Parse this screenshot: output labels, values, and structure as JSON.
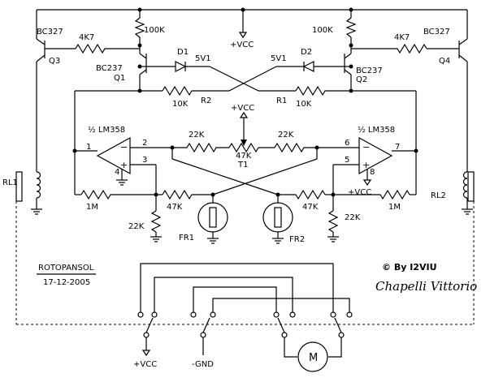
{
  "title": "ROTOPANSOL",
  "date": "17-12-2005",
  "credit": "© By I2VIU",
  "signature": "Chapelli Vittorio",
  "labels": {
    "q3_type": "BC327",
    "q3_ref": "Q3",
    "q4_type": "BC327",
    "q4_ref": "Q4",
    "q1_type": "BC237",
    "q1_ref": "Q1",
    "q2_type": "BC237",
    "q2_ref": "Q2",
    "r_4k7_left": "4K7",
    "r_4k7_right": "4K7",
    "r_100k_left": "100K",
    "r_100k_right": "100K",
    "vcc_top": "+VCC",
    "vcc_mid": "+VCC",
    "vcc_u2": "+VCC",
    "d1_ref": "D1",
    "d1_val": "5V1",
    "d2_ref": "D2",
    "d2_val": "5V1",
    "r2_val": "10K",
    "r2_ref": "R2",
    "r1_ref": "R1",
    "r1_val": "10K",
    "u1_name": "½ LM358",
    "u2_name": "½ LM358",
    "u1_pin1": "1",
    "u1_pin2": "2",
    "u1_pin3": "3",
    "u1_pin4": "4",
    "u2_pin5": "5",
    "u2_pin6": "6",
    "u2_pin7": "7",
    "u2_pin8": "8",
    "r22k_in_left": "22K",
    "r22k_in_right": "22K",
    "t1_val": "47K",
    "t1_ref": "T1",
    "rl1": "RL1",
    "rl2": "RL2",
    "r1m_left": "1M",
    "r1m_right": "1M",
    "r47k_left": "47K",
    "r47k_right": "47K",
    "r22k_gnd_left": "22K",
    "r22k_gnd_right": "22K",
    "fr1": "FR1",
    "fr2": "FR2",
    "vcc_bottom": "+VCC",
    "gnd_bottom": "-GND",
    "motor": "M"
  }
}
